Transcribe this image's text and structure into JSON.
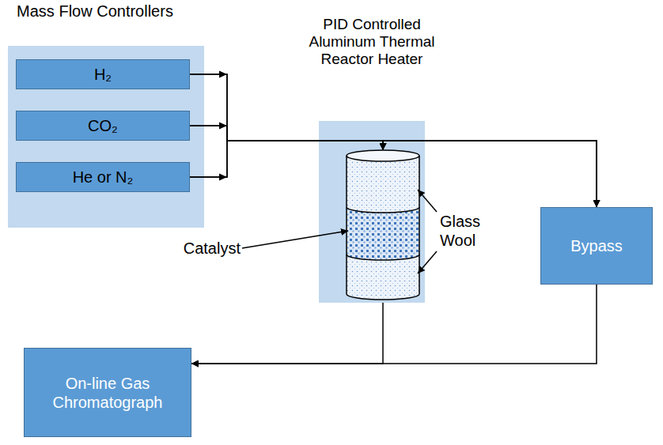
{
  "diagram": {
    "nodes": [
      {
        "text": [
          "Mass Flow Controllers"
        ]
      },
      {
        "text": [
          "H₂"
        ],
        "in": 0
      },
      {
        "text": [
          "CO₂"
        ],
        "in": 0
      },
      {
        "text": [
          "He or N₂"
        ],
        "in": 0
      },
      {
        "text": [
          "PID Controlled Aluminum Thermal Reactor Heater"
        ]
      },
      {
        "text": [
          "Bypass"
        ]
      },
      {
        "text": [
          "On-line Gas Chromatograph"
        ]
      }
    ],
    "edges": [
      {
        "from": 1,
        "to": 4,
        "arrow": "to"
      },
      {
        "from": 2,
        "to": 4,
        "arrow": "to"
      },
      {
        "from": 3,
        "to": 4,
        "arrow": "to"
      },
      {
        "from": 1,
        "to": 5,
        "arrow": "to"
      },
      {
        "from": 2,
        "to": 5,
        "arrow": "to"
      },
      {
        "from": 3,
        "to": 5,
        "arrow": "to"
      },
      {
        "from": 4,
        "to": 6,
        "arrow": "to"
      },
      {
        "from": 5,
        "to": 6,
        "arrow": "to"
      }
    ],
    "labels": [
      "Catalyst",
      "Glass Wool"
    ]
  }
}
